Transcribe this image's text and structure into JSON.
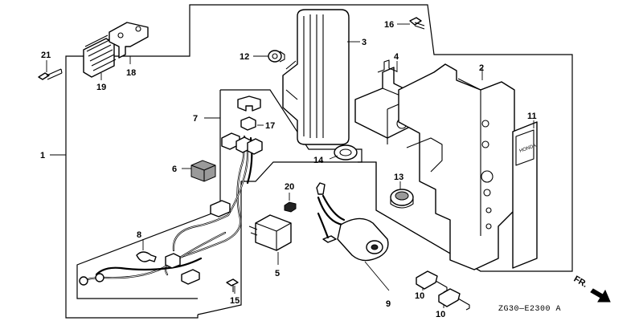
{
  "callouts": {
    "p1": "1",
    "p2": "2",
    "p3": "3",
    "p4": "4",
    "p5": "5",
    "p6": "6",
    "p7": "7",
    "p8": "8",
    "p9": "9",
    "p10a": "10",
    "p10b": "10",
    "p11": "11",
    "p12": "12",
    "p13": "13",
    "p14": "14",
    "p15": "15",
    "p16": "16",
    "p17": "17",
    "p18": "18",
    "p19": "19",
    "p20": "20",
    "p21": "21"
  },
  "front_marker": "FR.",
  "diagram_code": "ZG30—E2300 A",
  "plate_label": "HONDA",
  "icons": {
    "front_arrow": "arrow-down-right-icon"
  }
}
